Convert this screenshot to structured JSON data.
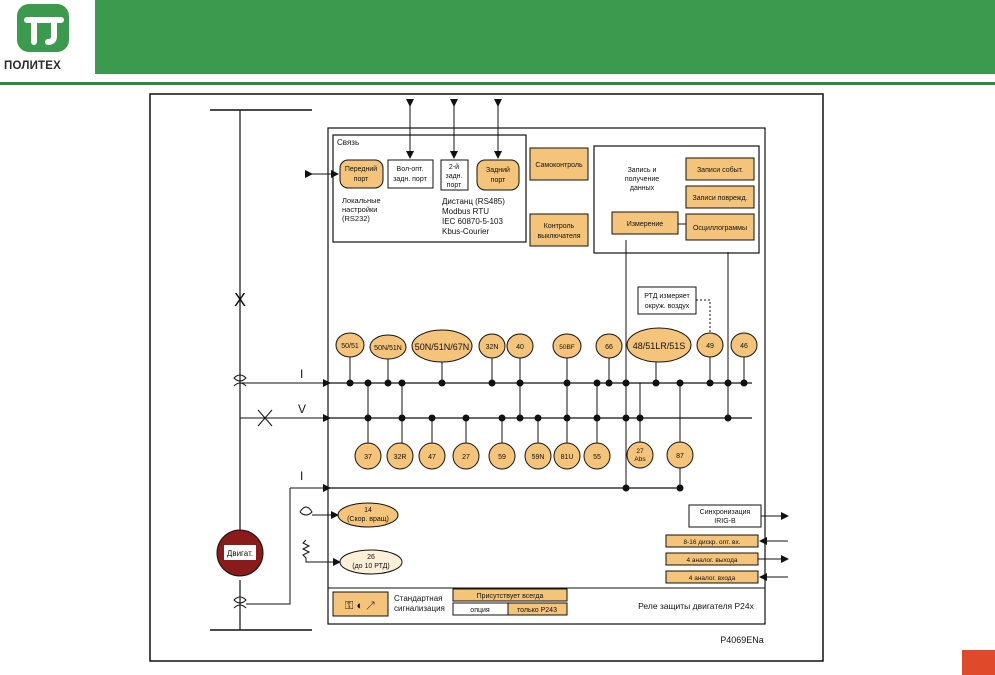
{
  "logo": {
    "text": "ПОЛИТЕХ"
  },
  "diagram": {
    "comms": {
      "title": "Связь",
      "front_port": [
        "Передний",
        "порт"
      ],
      "fiber_port": [
        "Вол-опт.",
        "задн. порт"
      ],
      "second_port": [
        "2-й",
        "задн.",
        "порт"
      ],
      "rear_port": [
        "Задний",
        "порт"
      ],
      "local": [
        "Локальные",
        "настройки",
        "(RS232)"
      ],
      "remote": [
        "Дистанц (RS485)",
        "Modbus RTU",
        "IEC 60870-5-103",
        "Kbus-Courier"
      ]
    },
    "self_monitor": "Самоконтроль",
    "breaker": [
      "Контроль",
      "выключателя"
    ],
    "recording": {
      "title": [
        "Запись и",
        "получение",
        "данных"
      ],
      "events": "Записи событ.",
      "faults": "Записи поврежд.",
      "measurement": "Измерение",
      "oscillograms": "Осциллограммы"
    },
    "rtd_ambient": [
      "РТД измеряет",
      "окруж. воздух"
    ],
    "top_functions": [
      "50/51",
      "50N/51N",
      "50N/51N/67N",
      "32N",
      "40",
      "50BF",
      "66",
      "48/51LR/51S",
      "49",
      "46"
    ],
    "bottom_functions": [
      "37",
      "32R",
      "47",
      "27",
      "59",
      "59N",
      "81U",
      "55",
      "27",
      "Abs",
      "87"
    ],
    "line_labels": {
      "current1": "I",
      "voltage": "V",
      "current2": "I",
      "breaker": "X"
    },
    "speed_func": [
      "14",
      "(Скор. вращ)"
    ],
    "rtd_func": [
      "26",
      "(до 10 РТД)"
    ],
    "motor_label": "Двигат.",
    "sync": [
      "Синхронизация",
      "IRIG-B"
    ],
    "io": [
      "8-16 дискр. опт. вх.",
      "4 аналог. выхода",
      "4 аналог. входа"
    ],
    "legend": {
      "std_signal": [
        "Стандартная",
        "сигнализация"
      ],
      "always": "Присутствует всегда",
      "option": "опция",
      "p243": "только P243"
    },
    "relay_title": "Реле защиты двигателя P24x",
    "figure_id": "P4069ENa"
  },
  "colors": {
    "header": "#3c9a4e",
    "orange": "#f5c47b",
    "accent": "#e0492a"
  }
}
